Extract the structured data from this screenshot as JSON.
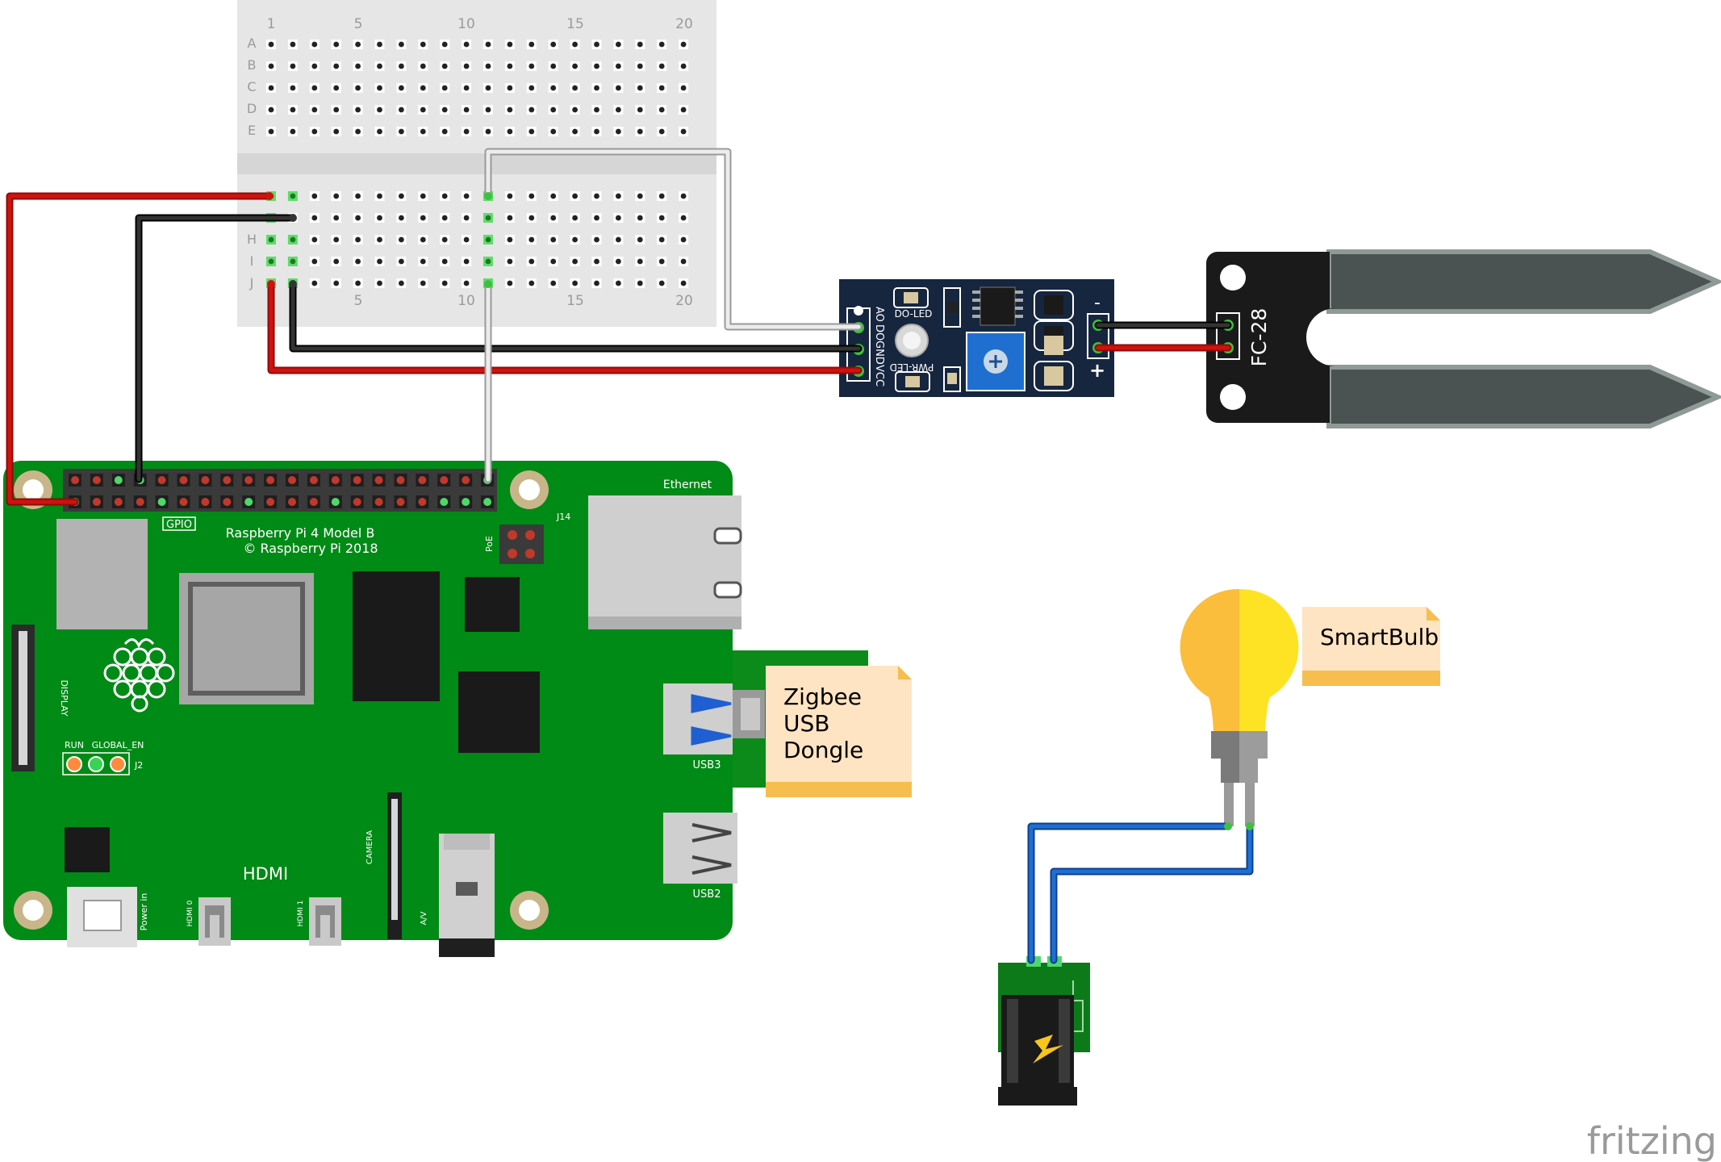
{
  "breadboard": {
    "top_numbers": [
      "1",
      "5",
      "10",
      "15",
      "20"
    ],
    "bottom_numbers": [
      "5",
      "10",
      "15",
      "20"
    ],
    "top_rows": [
      "A",
      "B",
      "C",
      "D",
      "E"
    ],
    "bottom_rows": [
      "H",
      "I",
      "J"
    ]
  },
  "sensor_module": {
    "pins": [
      "AO",
      "DO",
      "GND",
      "VCC"
    ],
    "do_led": "DO-LED",
    "pwr_led": "PWR-LED",
    "minus": "-",
    "plus": "+"
  },
  "probe": {
    "label": "FC-28"
  },
  "raspberry_pi": {
    "title_line1": "Raspberry Pi 4 Model B",
    "title_line2": "© Raspberry Pi 2018",
    "gpio": "GPIO",
    "ethernet": "Ethernet",
    "j14": "J14",
    "poe": "PoE",
    "display": "DISPLAY",
    "run": "RUN",
    "global_en": "GLOBAL_EN",
    "j2": "J2",
    "hdmi": "HDMI",
    "hdmi0": "HDMI 0",
    "hdmi1": "HDMI 1",
    "camera": "CAMERA",
    "av": "A/V",
    "power_in": "Power in",
    "usb3": "USB3",
    "usb2": "USB2"
  },
  "notes": {
    "zigbee": [
      "Zigbee",
      "USB",
      "Dongle"
    ],
    "smartbulb": "SmartBulb"
  },
  "watermark": "fritzing",
  "colors": {
    "pcb_green": "#008a16",
    "module_blue": "#16263f",
    "wire_red": "#d0120e",
    "wire_black": "#222222",
    "wire_white": "#d9d9d9",
    "wire_blue": "#1f6fd1",
    "note_fill": "#fee4c2",
    "note_band": "#f6bd4f",
    "bulb_yellow_left": "#fbbe3c",
    "bulb_yellow_right": "#fee324",
    "breadboard_gray": "#e6e6e6"
  }
}
